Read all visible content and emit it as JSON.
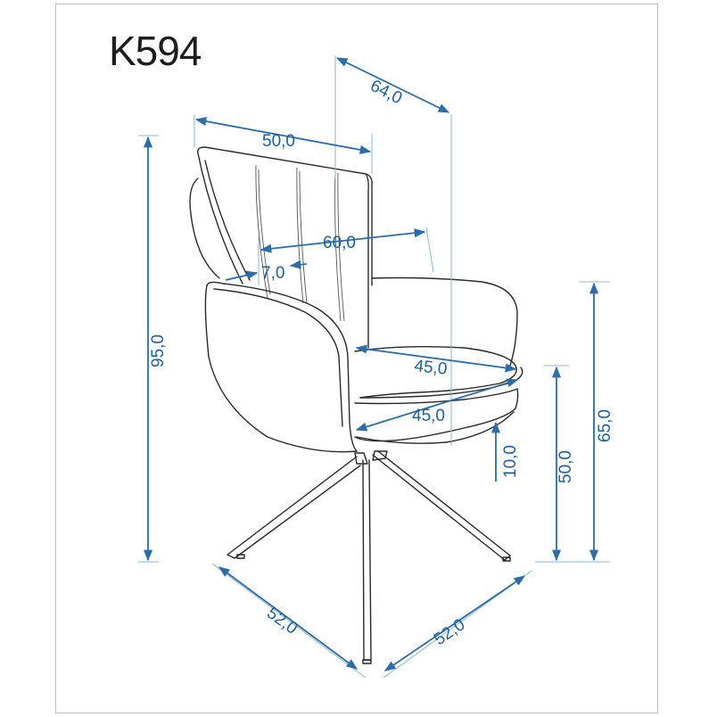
{
  "model_code": "K594",
  "dimensions": {
    "depth_overall": "64,0",
    "backrest_width": "50,0",
    "width_overall": "60,0",
    "arm_width": "7,0",
    "seat_depth": "45,0",
    "seat_width": "45,0",
    "height_overall": "95,0",
    "arm_height": "65,0",
    "seat_height": "50,0",
    "seat_thickness": "10,0",
    "base_left": "52,0",
    "base_right": "52,0"
  },
  "colors": {
    "dimension": "#1f5f9a",
    "outline": "#2a2a2a"
  }
}
